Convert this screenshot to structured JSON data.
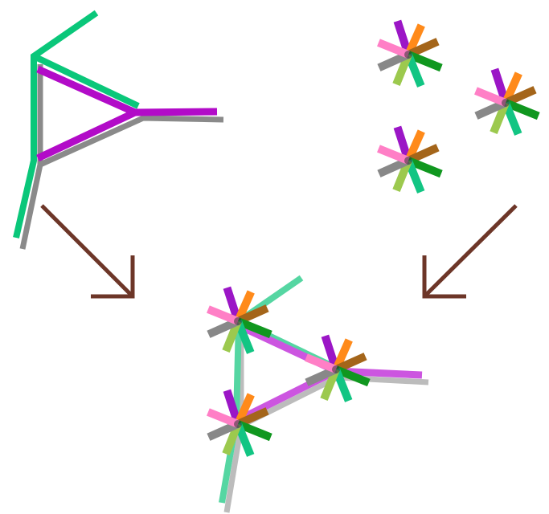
{
  "colors": {
    "green": "#0ac77a",
    "magenta": "#b20bc8",
    "gray": "#8a8a8a",
    "arrow": "#6d3628",
    "star_rays": [
      "#9b16c6",
      "#ff8a1a",
      "#a4651a",
      "#10971f",
      "#12c583",
      "#9cc94e",
      "#888888",
      "#ff7fc6"
    ],
    "faded_green": "#55d6a2",
    "faded_magenta": "#cc55e0",
    "faded_gray": "#bcbcbc"
  },
  "diagram": {
    "labels": [],
    "components": [
      {
        "id": "triangle-framework",
        "icon": "line-network"
      },
      {
        "id": "star-nodes",
        "icon": "eight-ray-star",
        "count": 3
      },
      {
        "id": "combined-structure",
        "icon": "decorated-network"
      }
    ],
    "arrows": [
      {
        "from": "triangle-framework",
        "to": "combined-structure"
      },
      {
        "from": "star-nodes",
        "to": "combined-structure"
      }
    ]
  }
}
